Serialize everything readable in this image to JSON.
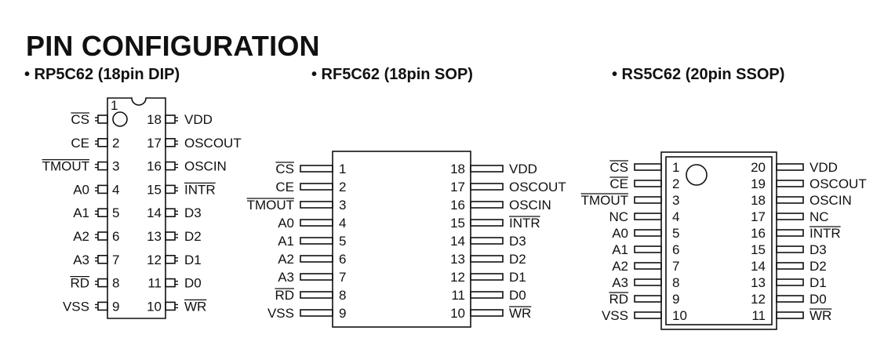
{
  "title": "PIN CONFIGURATION",
  "packages": [
    {
      "key": "dip",
      "heading": "• RP5C62 (18pin DIP)",
      "top_left_number": "1",
      "left": [
        {
          "num": "",
          "label": "CS",
          "bar": true
        },
        {
          "num": "2",
          "label": "CE",
          "bar": false
        },
        {
          "num": "3",
          "label": "TMOUT",
          "bar": true
        },
        {
          "num": "4",
          "label": "A0",
          "bar": false
        },
        {
          "num": "5",
          "label": "A1",
          "bar": false
        },
        {
          "num": "6",
          "label": "A2",
          "bar": false
        },
        {
          "num": "7",
          "label": "A3",
          "bar": false
        },
        {
          "num": "8",
          "label": "RD",
          "bar": true
        },
        {
          "num": "9",
          "label": "VSS",
          "bar": false
        }
      ],
      "right": [
        {
          "num": "18",
          "label": "VDD",
          "bar": false
        },
        {
          "num": "17",
          "label": "OSCOUT",
          "bar": false
        },
        {
          "num": "16",
          "label": "OSCIN",
          "bar": false
        },
        {
          "num": "15",
          "label": "INTR",
          "bar": true
        },
        {
          "num": "14",
          "label": "D3",
          "bar": false
        },
        {
          "num": "13",
          "label": "D2",
          "bar": false
        },
        {
          "num": "12",
          "label": "D1",
          "bar": false
        },
        {
          "num": "11",
          "label": "D0",
          "bar": false
        },
        {
          "num": "10",
          "label": "WR",
          "bar": true
        }
      ]
    },
    {
      "key": "sop",
      "heading": "• RF5C62 (18pin SOP)",
      "left": [
        {
          "num": "1",
          "label": "CS",
          "bar": true
        },
        {
          "num": "2",
          "label": "CE",
          "bar": false
        },
        {
          "num": "3",
          "label": "TMOUT",
          "bar": true
        },
        {
          "num": "4",
          "label": "A0",
          "bar": false
        },
        {
          "num": "5",
          "label": "A1",
          "bar": false
        },
        {
          "num": "6",
          "label": "A2",
          "bar": false
        },
        {
          "num": "7",
          "label": "A3",
          "bar": false
        },
        {
          "num": "8",
          "label": "RD",
          "bar": true
        },
        {
          "num": "9",
          "label": "VSS",
          "bar": false
        }
      ],
      "right": [
        {
          "num": "18",
          "label": "VDD",
          "bar": false
        },
        {
          "num": "17",
          "label": "OSCOUT",
          "bar": false
        },
        {
          "num": "16",
          "label": "OSCIN",
          "bar": false
        },
        {
          "num": "15",
          "label": "INTR",
          "bar": true
        },
        {
          "num": "14",
          "label": "D3",
          "bar": false
        },
        {
          "num": "13",
          "label": "D2",
          "bar": false
        },
        {
          "num": "12",
          "label": "D1",
          "bar": false
        },
        {
          "num": "11",
          "label": "D0",
          "bar": false
        },
        {
          "num": "10",
          "label": "WR",
          "bar": true
        }
      ]
    },
    {
      "key": "ssop",
      "heading": "• RS5C62 (20pin SSOP)",
      "left": [
        {
          "num": "1",
          "label": "CS",
          "bar": true
        },
        {
          "num": "2",
          "label": "CE",
          "bar": true
        },
        {
          "num": "3",
          "label": "TMOUT",
          "bar": true
        },
        {
          "num": "4",
          "label": "NC",
          "bar": false
        },
        {
          "num": "5",
          "label": "A0",
          "bar": false
        },
        {
          "num": "6",
          "label": "A1",
          "bar": false
        },
        {
          "num": "7",
          "label": "A2",
          "bar": false
        },
        {
          "num": "8",
          "label": "A3",
          "bar": false
        },
        {
          "num": "9",
          "label": "RD",
          "bar": true
        },
        {
          "num": "10",
          "label": "VSS",
          "bar": false
        }
      ],
      "right": [
        {
          "num": "20",
          "label": "VDD",
          "bar": false
        },
        {
          "num": "19",
          "label": "OSCOUT",
          "bar": false
        },
        {
          "num": "18",
          "label": "OSCIN",
          "bar": false
        },
        {
          "num": "17",
          "label": "NC",
          "bar": false
        },
        {
          "num": "16",
          "label": "INTR",
          "bar": true
        },
        {
          "num": "15",
          "label": "D3",
          "bar": false
        },
        {
          "num": "14",
          "label": "D2",
          "bar": false
        },
        {
          "num": "13",
          "label": "D1",
          "bar": false
        },
        {
          "num": "12",
          "label": "D0",
          "bar": false
        },
        {
          "num": "11",
          "label": "WR",
          "bar": true
        }
      ]
    }
  ]
}
